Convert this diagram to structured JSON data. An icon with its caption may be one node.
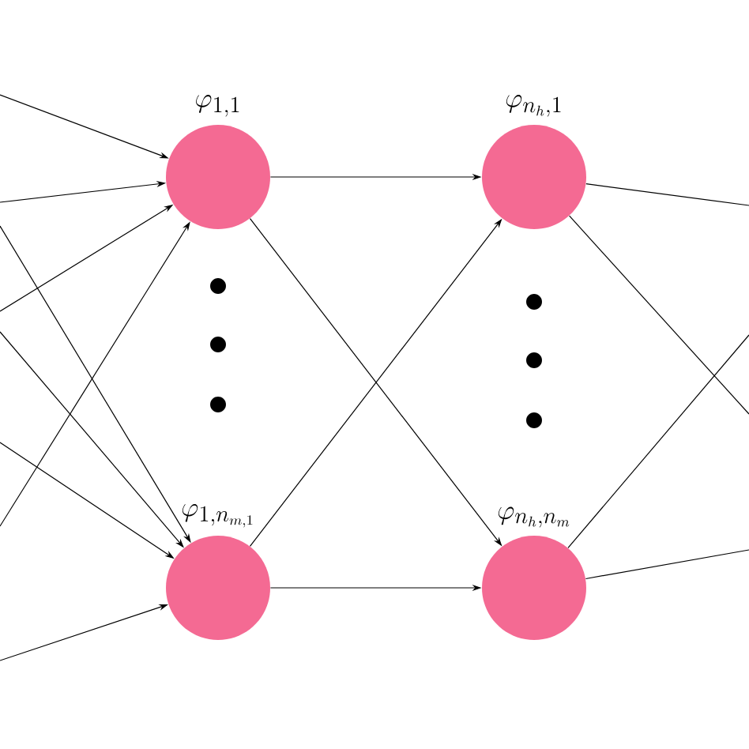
{
  "diagram": {
    "nodes": [
      {
        "text": [
          "\\varphi_{1,1}"
        ]
      },
      {
        "text": [
          "\\varphi_{1,n_{m,1}}"
        ]
      },
      {
        "text": [
          "\\varphi_{n_h,1}"
        ]
      },
      {
        "text": [
          "\\varphi_{n_h,n_m}"
        ]
      }
    ],
    "edges": [
      {
        "from": null,
        "to": 0,
        "arrow": "to"
      },
      {
        "from": null,
        "to": 0,
        "arrow": "to"
      },
      {
        "from": null,
        "to": 0,
        "arrow": "to"
      },
      {
        "from": null,
        "to": 0,
        "arrow": "to"
      },
      {
        "from": null,
        "to": 1,
        "arrow": "to"
      },
      {
        "from": null,
        "to": 1,
        "arrow": "to"
      },
      {
        "from": null,
        "to": 1,
        "arrow": "to"
      },
      {
        "from": null,
        "to": 1,
        "arrow": "to"
      },
      {
        "from": 0,
        "to": 2,
        "arrow": "to"
      },
      {
        "from": 0,
        "to": 3,
        "arrow": "to"
      },
      {
        "from": 1,
        "to": 2,
        "arrow": "to"
      },
      {
        "from": 1,
        "to": 3,
        "arrow": "to"
      },
      {
        "from": 2,
        "to": null,
        "arrow": "none"
      },
      {
        "from": 2,
        "to": null,
        "arrow": "none"
      },
      {
        "from": 3,
        "to": null,
        "arrow": "none"
      },
      {
        "from": 3,
        "to": null,
        "arrow": "none"
      }
    ]
  }
}
